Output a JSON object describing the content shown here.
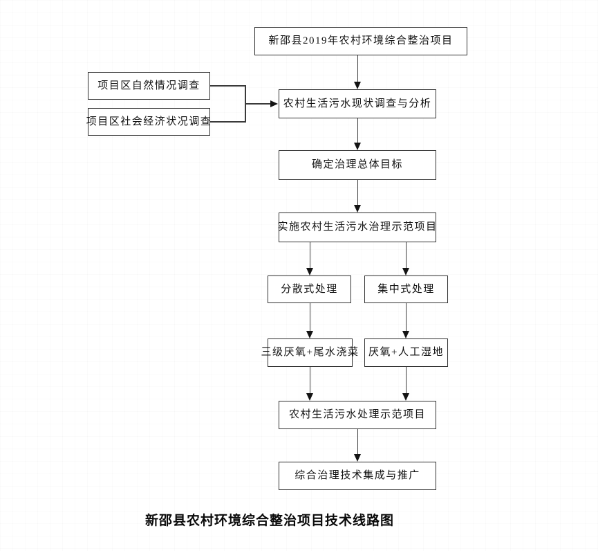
{
  "diagram": {
    "caption": "新邵县农村环境综合整治项目技术线路图",
    "nodes": {
      "project_2019": "新邵县2019年农村环境综合整治项目",
      "natural_survey": "项目区自然情况调查",
      "socioeconomic_survey": "项目区社会经济状况调查",
      "status_analysis": "农村生活污水现状调查与分析",
      "overall_goal": "确定治理总体目标",
      "implement_demo": "实施农村生活污水治理示范项目",
      "decentralized": "分散式处理",
      "centralized": "集中式处理",
      "tertiary_anaerobic_tailwater": "三级厌氧+尾水浇菜",
      "anaerobic_wetland": "厌氧+人工湿地",
      "sewage_demo_project": "农村生活污水处理示范项目",
      "tech_integration": "综合治理技术集成与推广"
    },
    "colors": {
      "background": "#ffffff",
      "box_border": "#2f2f2f",
      "line": "#3a3a3a",
      "arrowhead": "#141414",
      "text": "#111111"
    }
  }
}
